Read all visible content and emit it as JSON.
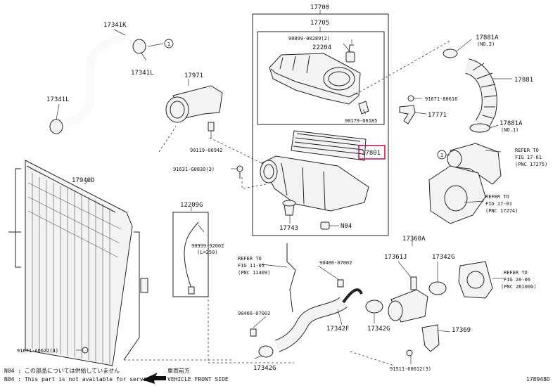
{
  "labels": {
    "p17700": "17700",
    "p17705": "17705",
    "p90099_289": "90099-00289(2)",
    "p22204": "22204",
    "p17881A_top": "17881A",
    "no2": "(NO.2)",
    "p17881": "17881",
    "p91671_80616": "91671-80616",
    "p17771": "17771",
    "p90179": "90179-06185",
    "p17881A_bot": "17881A",
    "no1": "(NO.1)",
    "p17341K": "17341K",
    "p17341L_a": "17341L",
    "p17341L_b": "17341L",
    "p17971": "17971",
    "p90119": "90119-06942",
    "p91631": "91631-G0830(3)",
    "p17801": "17801",
    "p17940D": "17940D",
    "p12209G": "12209G",
    "p90999": "90999-92002",
    "l250": "(L=250)",
    "p17743": "17743",
    "pN04": "N04",
    "ref1701a_1": "REFER TO",
    "ref1701a_2": "FIG 17-01",
    "ref1701a_3": "(PNC 17275)",
    "ref1701b_1": "REFER TO",
    "ref1701b_2": "FIG 17-01",
    "ref1701b_3": "(PNC 17274)",
    "ref1105_1": "REFER TO",
    "ref1105_2": "FIG 11-05",
    "ref1105_3": "(PNC 11409)",
    "p90466_a": "90466-07002",
    "p90466_b": "90466-07002",
    "p17360A": "17360A",
    "p17361J": "17361J",
    "p17342G_a": "17342G",
    "ref2606_1": "REFER TO",
    "ref2606_2": "FIG 26-06",
    "ref2606_3": "(PNC 26100G)",
    "p17342F": "17342F",
    "p17342G_b": "17342G",
    "p17369": "17369",
    "p91671_a0622": "91671-A0622(4)",
    "p17342G_c": "17342G",
    "p91511": "91511-60612(3)",
    "circle1": "1"
  },
  "footer": {
    "note_jp": "N04 : この部品については供給していません",
    "note_en": "N04 : This part is not available for service",
    "front_jp": "車両前方",
    "front_en": "VEHICLE FRONT SIDE",
    "code": "178948D"
  },
  "colors": {
    "highlight": "#c2185b",
    "line": "#222222"
  }
}
